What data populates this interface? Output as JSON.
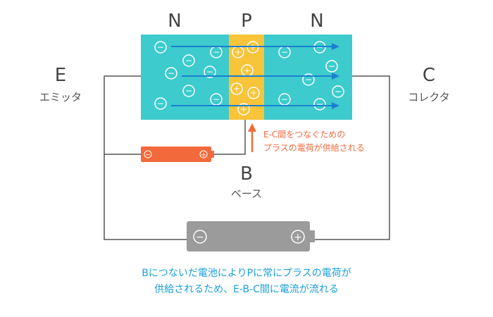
{
  "labels": {
    "n_left": "N",
    "p_mid": "P",
    "n_right": "N",
    "emitter_letter": "E",
    "emitter_name": "エミッタ",
    "collector_letter": "C",
    "collector_name": "コレクタ",
    "base_letter": "B",
    "base_name": "ベース"
  },
  "annotation": {
    "line1": "E-C間をつなぐための",
    "line2": "プラスの電荷が供給される"
  },
  "caption": {
    "line1": "Bにつないだ電池によりPに常にプラスの電荷が",
    "line2": "供給されるため、E-B-C間に電流が流れる"
  },
  "symbols": {
    "minus": "−",
    "plus": "+"
  },
  "colors": {
    "n_region": "#3dcbcd",
    "p_region": "#f8c43a",
    "arrow": "#1b7fcf",
    "base_battery": "#f26a3c",
    "main_battery": "#9b9b9b",
    "wire": "#555555",
    "caption_text": "#1b9fd8"
  }
}
